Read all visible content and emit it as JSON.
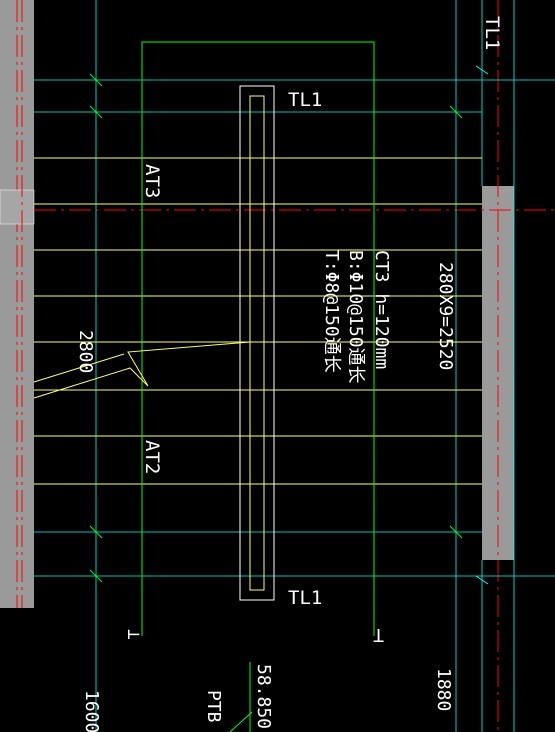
{
  "colors": {
    "background": "#000000",
    "stair_tread": "#ffff66",
    "grid_line": "#00ffff",
    "slab_outline": "#00ff00",
    "axis_line": "#ff0000",
    "wall_fill": "#9a9a9a",
    "text": "#ffffff"
  },
  "beams": {
    "top_label": "TL1",
    "bottom_label": "TL1",
    "corner_label": "TL1"
  },
  "flights": {
    "upper": "AT3",
    "lower": "AT2"
  },
  "slab_note": {
    "line1": "CT3 h=120mm",
    "line2": "B:Φ10@150通长",
    "line3": "T:Φ8@150通长",
    "dimension": "280X9=2520"
  },
  "dimensions": {
    "stair_width": "2800",
    "left_bottom": "1600",
    "right_bottom": "1880",
    "elevation": "58.850",
    "ptb_label": "PTB"
  },
  "section_marks": {
    "left": "⊥",
    "right": "T"
  }
}
